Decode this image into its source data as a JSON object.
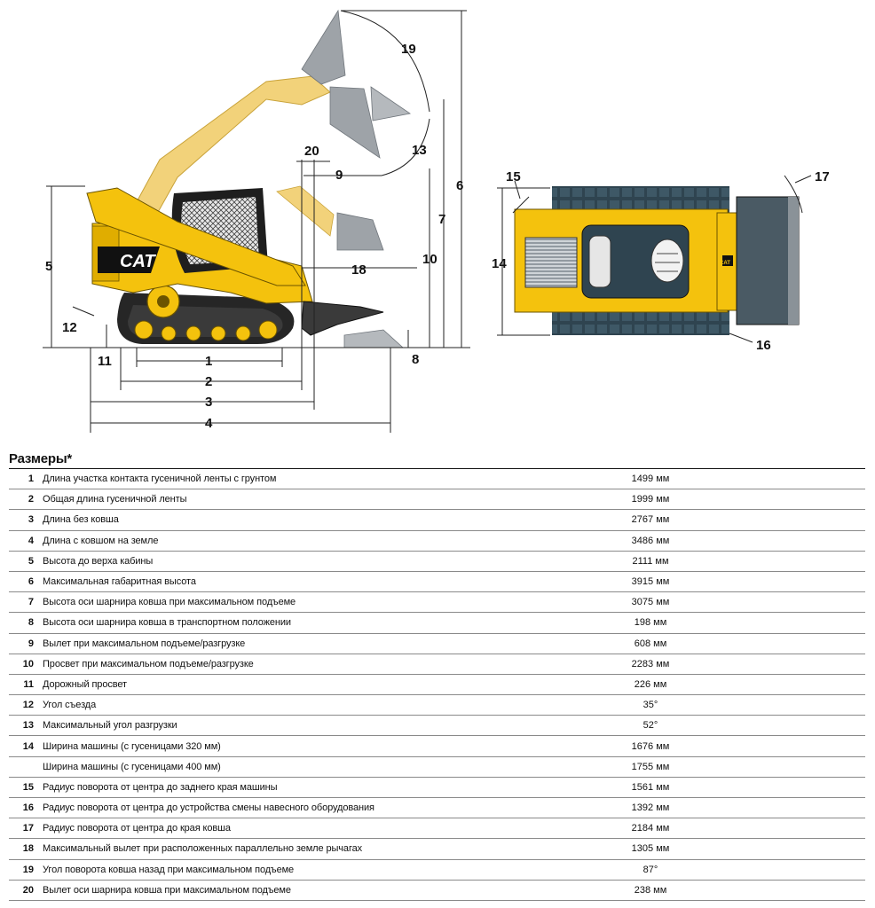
{
  "diagram": {
    "logo_text": "CAT",
    "badge_text": "CAT",
    "dimension_labels": [
      "1",
      "2",
      "3",
      "4",
      "5",
      "6",
      "7",
      "8",
      "9",
      "10",
      "11",
      "12",
      "13",
      "14",
      "15",
      "16",
      "17",
      "18",
      "19",
      "20"
    ],
    "colors": {
      "machine_yellow": "#f4c20d",
      "bucket_gray": "#8a8f96",
      "track_dark": "#2f4450"
    }
  },
  "specs": {
    "title": "Размеры*",
    "rows": [
      {
        "num": "1",
        "label": "Длина участка контакта гусеничной ленты с грунтом",
        "value": "1499 мм"
      },
      {
        "num": "2",
        "label": "Общая длина гусеничной ленты",
        "value": "1999 мм"
      },
      {
        "num": "3",
        "label": "Длина без ковша",
        "value": "2767 мм"
      },
      {
        "num": "4",
        "label": "Длина с ковшом на земле",
        "value": "3486 мм"
      },
      {
        "num": "5",
        "label": "Высота до верха кабины",
        "value": "2111 мм"
      },
      {
        "num": "6",
        "label": "Максимальная габаритная высота",
        "value": "3915 мм"
      },
      {
        "num": "7",
        "label": "Высота оси шарнира ковша при максимальном подъеме",
        "value": "3075 мм"
      },
      {
        "num": "8",
        "label": "Высота оси шарнира ковша в транспортном положении",
        "value": "198 мм"
      },
      {
        "num": "9",
        "label": "Вылет при максимальном подъеме/разгрузке",
        "value": "608 мм"
      },
      {
        "num": "10",
        "label": "Просвет при максимальном подъеме/разгрузке",
        "value": "2283 мм"
      },
      {
        "num": "11",
        "label": "Дорожный просвет",
        "value": "226 мм"
      },
      {
        "num": "12",
        "label": "Угол съезда",
        "value": "35°"
      },
      {
        "num": "13",
        "label": "Максимальный угол разгрузки",
        "value": "52°"
      },
      {
        "num": "14",
        "label": "Ширина машины (с гусеницами 320 мм)",
        "value": "1676 мм"
      },
      {
        "num": "",
        "label": "Ширина машины (с гусеницами 400 мм)",
        "value": "1755 мм"
      },
      {
        "num": "15",
        "label": "Радиус поворота от центра до заднего края машины",
        "value": "1561 мм"
      },
      {
        "num": "16",
        "label": "Радиус поворота от центра до устройства смены навесного оборудования",
        "value": "1392 мм"
      },
      {
        "num": "17",
        "label": "Радиус поворота от центра до края ковша",
        "value": "2184 мм"
      },
      {
        "num": "18",
        "label": "Максимальный вылет при расположенных параллельно земле рычагах",
        "value": "1305 мм"
      },
      {
        "num": "19",
        "label": "Угол поворота ковша назад при максимальном подъеме",
        "value": "87°"
      },
      {
        "num": "20",
        "label": "Вылет оси шарнира ковша при максимальном подъеме",
        "value": "238 мм"
      }
    ]
  }
}
